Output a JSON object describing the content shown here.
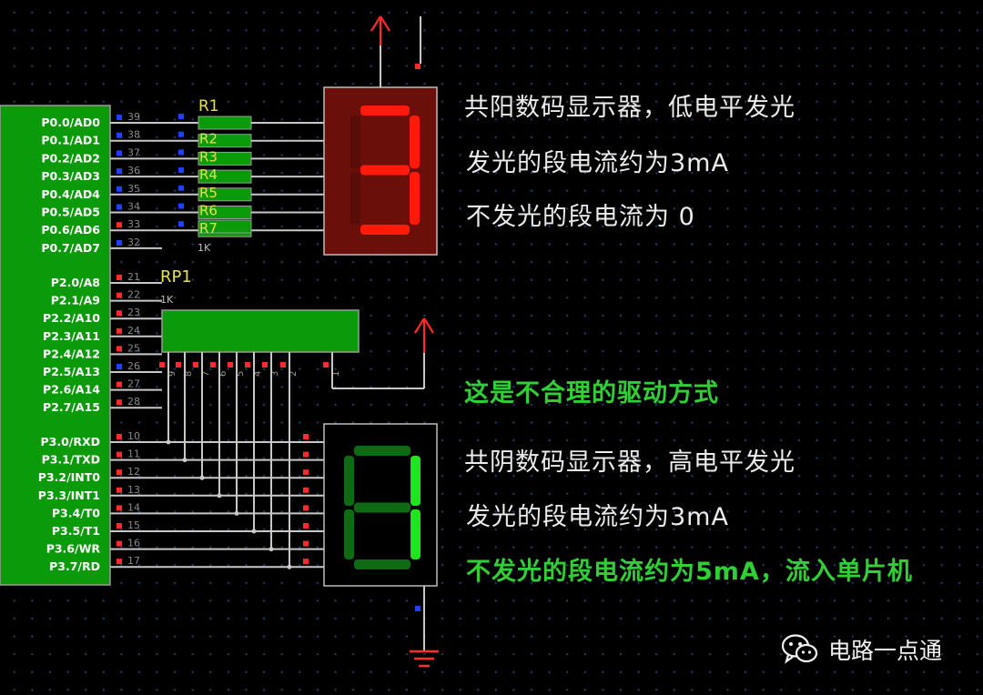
{
  "mcu": {
    "ports": [
      {
        "label": "P0.0/AD0",
        "pin": "39"
      },
      {
        "label": "P0.1/AD1",
        "pin": "38"
      },
      {
        "label": "P0.2/AD2",
        "pin": "37"
      },
      {
        "label": "P0.3/AD3",
        "pin": "36"
      },
      {
        "label": "P0.4/AD4",
        "pin": "35"
      },
      {
        "label": "P0.5/AD5",
        "pin": "34"
      },
      {
        "label": "P0.6/AD6",
        "pin": "33"
      },
      {
        "label": "P0.7/AD7",
        "pin": "32"
      },
      {
        "label": "P2.0/A8",
        "pin": "21"
      },
      {
        "label": "P2.1/A9",
        "pin": "22"
      },
      {
        "label": "P2.2/A10",
        "pin": "23"
      },
      {
        "label": "P2.3/A11",
        "pin": "24"
      },
      {
        "label": "P2.4/A12",
        "pin": "25"
      },
      {
        "label": "P2.5/A13",
        "pin": "26"
      },
      {
        "label": "P2.6/A14",
        "pin": "27"
      },
      {
        "label": "P2.7/A15",
        "pin": "28"
      },
      {
        "label": "P3.0/RXD",
        "pin": "10"
      },
      {
        "label": "P3.1/TXD",
        "pin": "11"
      },
      {
        "label": "P3.2/INT0",
        "pin": "12"
      },
      {
        "label": "P3.3/INT1",
        "pin": "13"
      },
      {
        "label": "P3.4/T0",
        "pin": "14"
      },
      {
        "label": "P3.5/T1",
        "pin": "15"
      },
      {
        "label": "P3.6/WR",
        "pin": "16"
      },
      {
        "label": "P3.7/RD",
        "pin": "17"
      }
    ]
  },
  "r1": {
    "name": "R1",
    "value": "1K",
    "resistors": [
      "R2",
      "R3",
      "R4",
      "R5",
      "R6",
      "R7"
    ]
  },
  "rp1": {
    "name": "RP1",
    "value": "1K",
    "pins": [
      "9",
      "8",
      "7",
      "6",
      "5",
      "4",
      "3",
      "2",
      "1"
    ]
  },
  "top_display": {
    "digit": 3,
    "on_color": "#ff1a0a",
    "off_color": "#5a0c08",
    "panel_color": "#6a0f0a"
  },
  "bottom_display": {
    "digit": 1,
    "on_color": "#1ee61e",
    "off_color": "#0f6a14",
    "panel_color": "#000000"
  },
  "notes": {
    "anode_title": "共阳数码显示器，低电平发光",
    "anode_on": "发光的段电流约为3mA",
    "anode_off": "不发光的段电流为 0",
    "warning": "这是不合理的驱动方式",
    "cathode_title": "共阴数码显示器，高电平发光",
    "cathode_on": "发光的段电流约为3mA",
    "cathode_off": "不发光的段电流约为5mA，流入单片机"
  },
  "watermark": {
    "icon": "wechat-icon",
    "text": "电路一点通"
  },
  "colors": {
    "chip_green": "#0a9a0a",
    "chip_border": "#9a9a9a",
    "wire": "#c8c8c8",
    "pin_red": "#ff2a2a",
    "pin_blue": "#2040ff",
    "label_yellow": "#e6e24a",
    "arrow_red": "#ff2a2a",
    "ground_red": "#ff2a2a"
  }
}
